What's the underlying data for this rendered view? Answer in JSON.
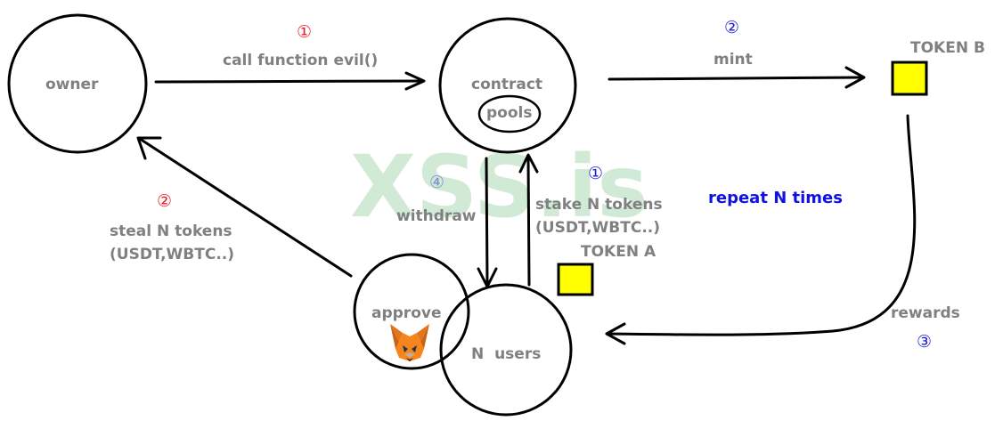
{
  "watermark": "XSS.is",
  "nodes": {
    "owner": "owner",
    "contract": "contract",
    "pools": "pools",
    "approve": "approve",
    "users": "N  users",
    "token_b": "TOKEN B",
    "token_a": "TOKEN A"
  },
  "edges": {
    "call_evil": {
      "step": "①",
      "label": "call function evil()"
    },
    "mint": {
      "step": "②",
      "label": "mint"
    },
    "steal": {
      "step": "②",
      "line1": "steal N tokens",
      "line2": "(USDT,WBTC..)"
    },
    "withdraw": {
      "step": "④",
      "label": "withdraw"
    },
    "stake": {
      "step": "①",
      "line1": "stake N tokens",
      "line2": "(USDT,WBTC..)"
    },
    "rewards": {
      "step": "③",
      "label": "rewards"
    }
  },
  "note": "repeat N times",
  "colors": {
    "red": "#e8202a",
    "blue": "#1f1fd6",
    "light_blue": "#7d8fd4",
    "label_gray": "#808080",
    "note_blue": "#1212e0",
    "token_yellow": "#ffff00",
    "watermark_green": "#b9dfbf"
  },
  "icons": {
    "wallet": "metamask-fox-icon"
  }
}
